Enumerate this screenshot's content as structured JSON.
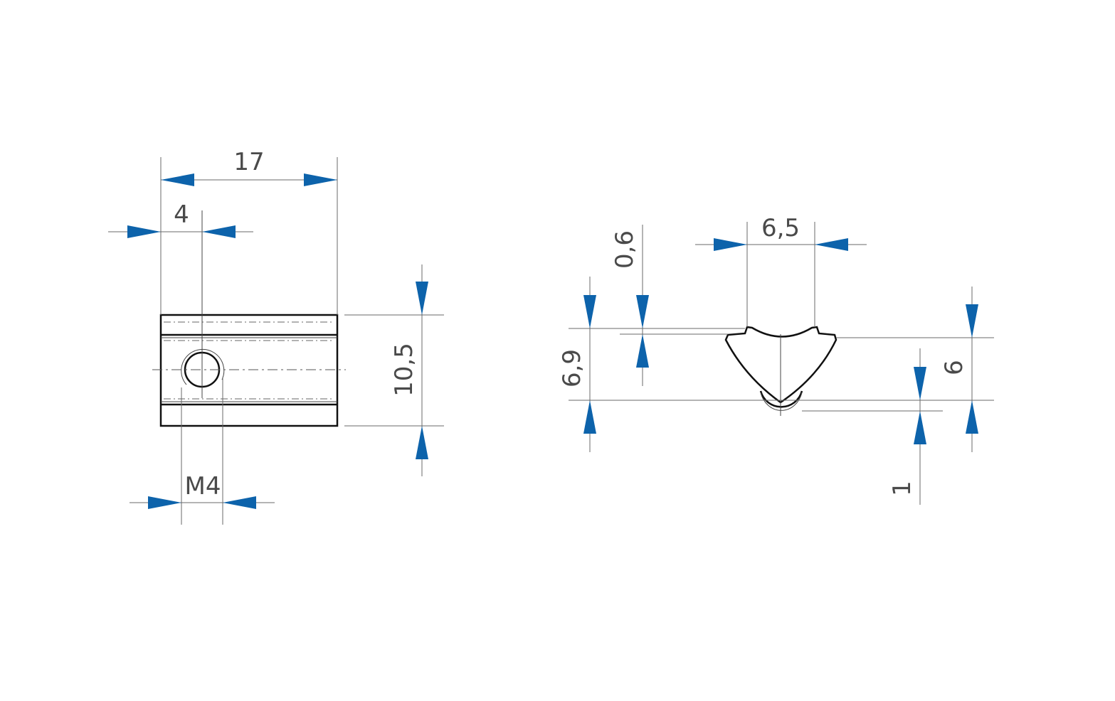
{
  "arrow_color": "#0d63ab",
  "line_color": "#6a6a6a",
  "part_color": "#111111",
  "text_color": "#4a4a4a",
  "front_view": {
    "width_label": "17",
    "offset_label": "4",
    "height_label": "10,5",
    "thread_label": "M4"
  },
  "side_view": {
    "top_width_label": "6,5",
    "step_label": "0,6",
    "total_height_label": "6,9",
    "body_height_label": "6",
    "spring_label": "1"
  }
}
